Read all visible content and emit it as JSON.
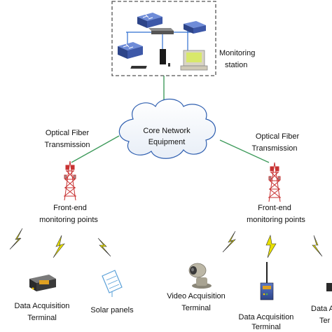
{
  "monitoring_station": {
    "label_line1": "Monitoring",
    "label_line2": "station"
  },
  "core_network": {
    "label_line1": "Core Network",
    "label_line2": "Equipment"
  },
  "transmission_left": {
    "label_line1": "Optical Fiber",
    "label_line2": "Transmission"
  },
  "transmission_right": {
    "label_line1": "Optical Fiber",
    "label_line2": "Transmission"
  },
  "front_end_left": {
    "label_line1": "Front-end",
    "label_line2": "monitoring points"
  },
  "front_end_right": {
    "label_line1": "Front-end",
    "label_line2": "monitoring points"
  },
  "terminals_left": {
    "data_acq_line1": "Data Acquisition",
    "data_acq_line2": "Terminal",
    "solar": "Solar panels"
  },
  "terminals_right": {
    "video_line1": "Video Acquisition",
    "video_line2": "Terminal",
    "data_acq_line1": "Data Acquisition",
    "data_acq_line2": "Terminal",
    "cut_line1": "Data A",
    "cut_line2": "Ter"
  },
  "colors": {
    "link": "#3f9b5c",
    "lightning": "#e8e000",
    "tower": "#c83232",
    "device": "#3a57a8"
  }
}
